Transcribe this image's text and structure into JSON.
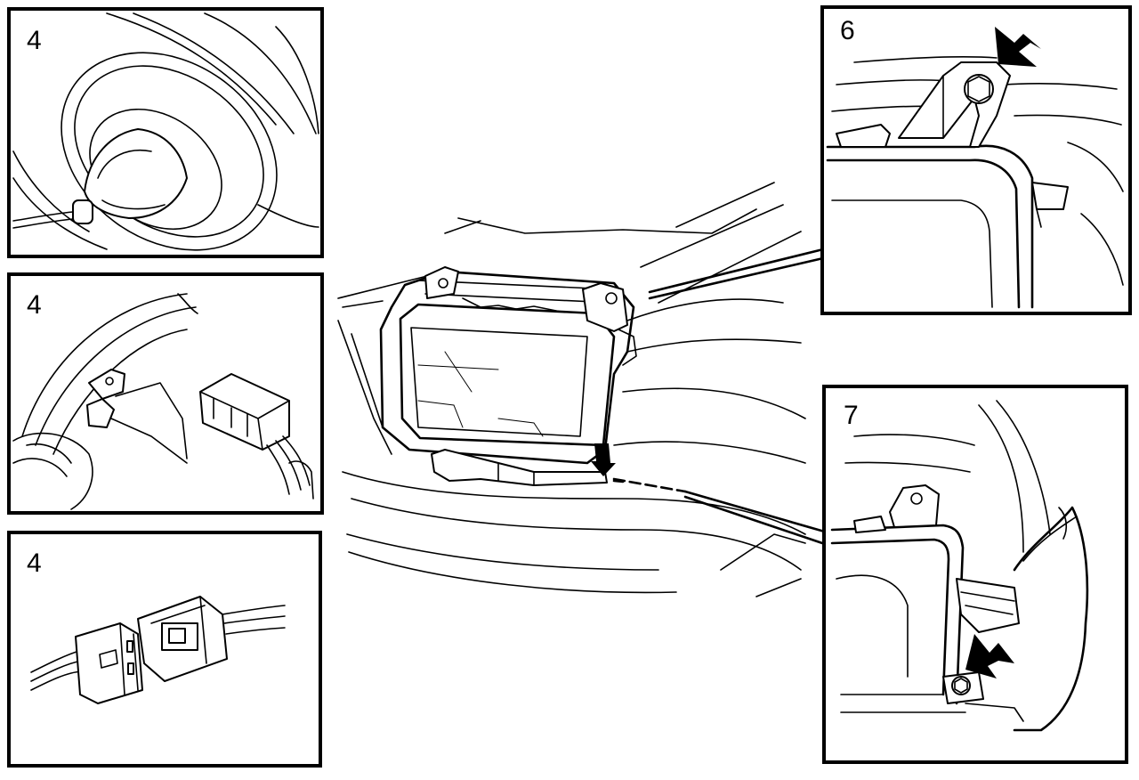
{
  "panels": [
    {
      "id": "panel-4a",
      "step": "4"
    },
    {
      "id": "panel-4b",
      "step": "4"
    },
    {
      "id": "panel-4c",
      "step": "4"
    },
    {
      "id": "panel-6",
      "step": "6"
    },
    {
      "id": "panel-7",
      "step": "7"
    }
  ]
}
